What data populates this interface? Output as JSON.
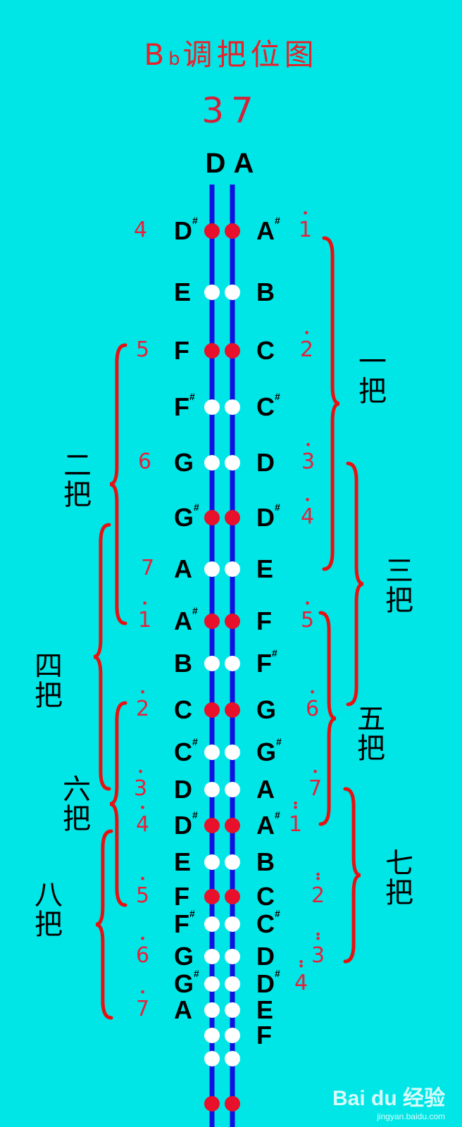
{
  "title": {
    "main": "B",
    "flat": "b",
    "rest": "调把位图"
  },
  "tuning": "37",
  "strings": [
    "D",
    "A"
  ],
  "colors": {
    "background": "#00E6E6",
    "string": "#1010E0",
    "dot_red": "#E8102A",
    "dot_white": "#FFFFFF",
    "label_red": "#E8203A",
    "brace": "#E81010"
  },
  "rows": [
    {
      "left": "D",
      "left_sharp": true,
      "right": "A",
      "right_sharp": true,
      "dot": "red"
    },
    {
      "left": "E",
      "left_sharp": false,
      "right": "B",
      "right_sharp": false,
      "dot": "white"
    },
    {
      "left": "F",
      "left_sharp": false,
      "right": "C",
      "right_sharp": false,
      "dot": "red"
    },
    {
      "left": "F",
      "left_sharp": true,
      "right": "C",
      "right_sharp": true,
      "dot": "white"
    },
    {
      "left": "G",
      "left_sharp": false,
      "right": "D",
      "right_sharp": false,
      "dot": "white"
    },
    {
      "left": "G",
      "left_sharp": true,
      "right": "D",
      "right_sharp": true,
      "dot": "red"
    },
    {
      "left": "A",
      "left_sharp": false,
      "right": "E",
      "right_sharp": false,
      "dot": "white"
    },
    {
      "left": "A",
      "left_sharp": true,
      "right": "F",
      "right_sharp": false,
      "dot": "red"
    },
    {
      "left": "B",
      "left_sharp": false,
      "right": "F",
      "right_sharp": true,
      "dot": "white"
    },
    {
      "left": "C",
      "left_sharp": false,
      "right": "G",
      "right_sharp": false,
      "dot": "red"
    },
    {
      "left": "C",
      "left_sharp": true,
      "right": "G",
      "right_sharp": true,
      "dot": "white"
    },
    {
      "left": "D",
      "left_sharp": false,
      "right": "A",
      "right_sharp": false,
      "dot": "white"
    },
    {
      "left": "D",
      "left_sharp": true,
      "right": "A",
      "right_sharp": true,
      "dot": "red"
    },
    {
      "left": "E",
      "left_sharp": false,
      "right": "B",
      "right_sharp": false,
      "dot": "white"
    },
    {
      "left": "F",
      "left_sharp": false,
      "right": "C",
      "right_sharp": false,
      "dot": "red"
    },
    {
      "left": "F",
      "left_sharp": true,
      "right": "C",
      "right_sharp": true,
      "dot": "white"
    },
    {
      "left": "G",
      "left_sharp": false,
      "right": "D",
      "right_sharp": false,
      "dot": "white"
    },
    {
      "left": "G",
      "left_sharp": true,
      "right": "D",
      "right_sharp": true,
      "dot": "white"
    },
    {
      "left": "A",
      "left_sharp": false,
      "right": "E",
      "right_sharp": false,
      "dot": "white"
    },
    {
      "left": "",
      "left_sharp": false,
      "right": "F",
      "right_sharp": false,
      "dot": "white"
    },
    {
      "left": "",
      "left_sharp": false,
      "right": "",
      "right_sharp": false,
      "dot": "white"
    },
    {
      "left": "",
      "left_sharp": false,
      "right": "",
      "right_sharp": false,
      "dot": "red"
    }
  ],
  "left_numbers": [
    {
      "row": 0,
      "label": "4",
      "dots": 0
    },
    {
      "row": 2,
      "label": "5",
      "dots": 0
    },
    {
      "row": 4,
      "label": "6",
      "dots": 0
    },
    {
      "row": 6,
      "label": "7",
      "dots": 0
    },
    {
      "row": 7,
      "label": "1",
      "dots": 1
    },
    {
      "row": 9,
      "label": "2",
      "dots": 1
    },
    {
      "row": 11,
      "label": "3",
      "dots": 1
    },
    {
      "row": 12,
      "label": "4",
      "dots": 1
    },
    {
      "row": 14,
      "label": "5",
      "dots": 1
    },
    {
      "row": 16,
      "label": "6",
      "dots": 1
    },
    {
      "row": 18,
      "label": "7",
      "dots": 1
    }
  ],
  "right_numbers": [
    {
      "row": 0,
      "label": "1",
      "dots": 1
    },
    {
      "row": 2,
      "label": "2",
      "dots": 1
    },
    {
      "row": 4,
      "label": "3",
      "dots": 1
    },
    {
      "row": 5,
      "label": "4",
      "dots": 1
    },
    {
      "row": 7,
      "label": "5",
      "dots": 1
    },
    {
      "row": 9,
      "label": "6",
      "dots": 1
    },
    {
      "row": 11,
      "label": "7",
      "dots": 1
    },
    {
      "row": 12,
      "label": "1",
      "dots": 2
    },
    {
      "row": 14,
      "label": "2",
      "dots": 2
    },
    {
      "row": 16,
      "label": "3",
      "dots": 2
    },
    {
      "row": 17,
      "label": "4",
      "dots": 2
    }
  ],
  "positions": [
    {
      "label": [
        "一",
        "把"
      ],
      "side": "right"
    },
    {
      "label": [
        "二",
        "把"
      ],
      "side": "left"
    },
    {
      "label": [
        "三",
        "把"
      ],
      "side": "right"
    },
    {
      "label": [
        "四",
        "把"
      ],
      "side": "left"
    },
    {
      "label": [
        "五",
        "把"
      ],
      "side": "right"
    },
    {
      "label": [
        "六",
        "把"
      ],
      "side": "left"
    },
    {
      "label": [
        "七",
        "把"
      ],
      "side": "right"
    },
    {
      "label": [
        "八",
        "把"
      ],
      "side": "left"
    }
  ],
  "watermark": {
    "brand": "Bai du 经验",
    "url": "jingyan.baidu.com"
  }
}
